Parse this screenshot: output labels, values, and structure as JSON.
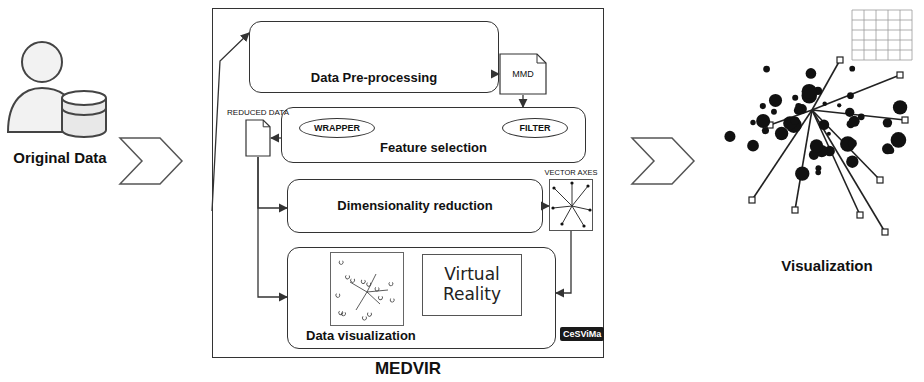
{
  "diagram": {
    "nodes": [
      {
        "text": [
          "MEDVIR"
        ]
      },
      {
        "text": [
          "Data Pre-processing"
        ],
        "in": 0
      },
      {
        "text": [
          "MMD"
        ],
        "in": 0
      },
      {
        "text": [
          "Feature selection"
        ],
        "in": 0
      },
      {
        "text": [
          "WRAPPER"
        ],
        "in": 3
      },
      {
        "text": [
          "FILTER"
        ],
        "in": 3
      },
      {
        "text": [
          "REDUCED DATA"
        ],
        "in": 0
      },
      {
        "text": [
          "Dimensionality reduction"
        ],
        "in": 0
      },
      {
        "text": [
          "VECTOR AXES"
        ],
        "in": 0
      },
      {
        "text": [
          "Data visualization"
        ],
        "in": 0
      },
      {
        "text": [
          "Virtual Reality"
        ],
        "in": 9
      }
    ],
    "edges": [
      {
        "from": 0,
        "to": 1,
        "arrow": "to"
      },
      {
        "from": 1,
        "to": 2,
        "arrow": "to"
      },
      {
        "from": 2,
        "to": 3,
        "arrow": "to"
      },
      {
        "from": 3,
        "to": 6,
        "arrow": "to"
      },
      {
        "from": 6,
        "to": 7,
        "arrow": "to"
      },
      {
        "from": 6,
        "to": 9,
        "arrow": "to"
      },
      {
        "from": 7,
        "to": 8,
        "arrow": "to"
      },
      {
        "from": 8,
        "to": 9,
        "arrow": "to"
      }
    ],
    "labels": [
      "Original Data",
      "Visualization",
      "CeSViMa"
    ]
  }
}
